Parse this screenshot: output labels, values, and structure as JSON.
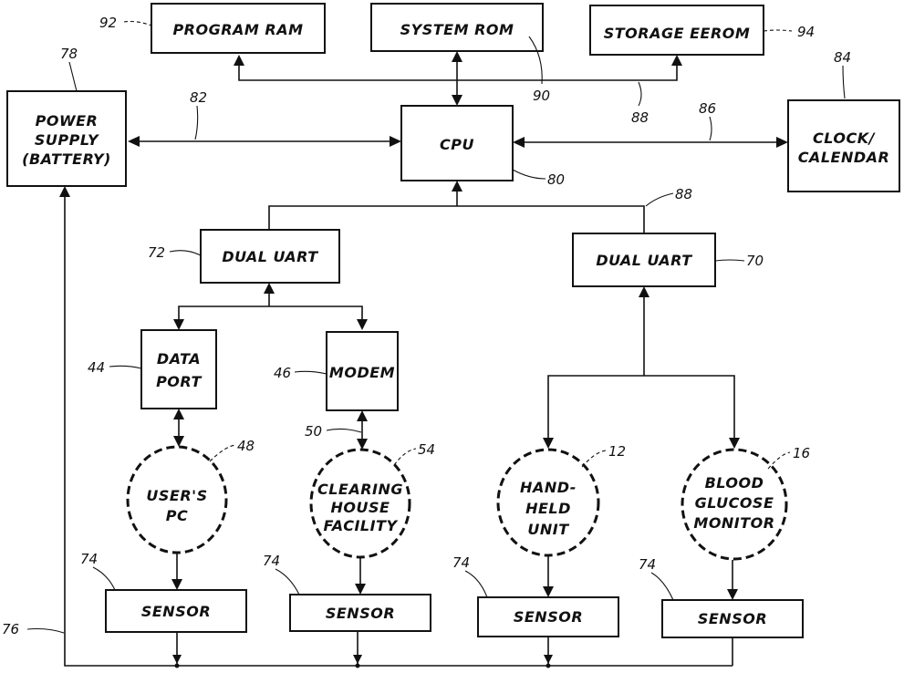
{
  "blocks": {
    "program_ram": "PROGRAM RAM",
    "system_rom": "SYSTEM ROM",
    "storage_eerom": "STORAGE EEROM",
    "power_supply": [
      "POWER",
      "SUPPLY",
      "(BATTERY)"
    ],
    "cpu": "CPU",
    "clock_calendar": [
      "CLOCK/",
      "CALENDAR"
    ],
    "dual_uart_left": "DUAL UART",
    "dual_uart_right": "DUAL UART",
    "data_port": [
      "DATA",
      "PORT"
    ],
    "modem": "MODEM",
    "users_pc": [
      "USER'S",
      "PC"
    ],
    "clearing_house": [
      "CLEARING",
      "HOUSE",
      "FACILITY"
    ],
    "hand_held": [
      "HAND-",
      "HELD",
      "UNIT"
    ],
    "glucose_monitor": [
      "BLOOD",
      "GLUCOSE",
      "MONITOR"
    ],
    "sensors": [
      "SENSOR",
      "SENSOR",
      "SENSOR",
      "SENSOR"
    ]
  },
  "refs": {
    "program_ram": "92",
    "storage_eerom": "94",
    "power_supply": "78",
    "power_cpu_link": "82",
    "rom_bus": "90",
    "mem_bus": "88",
    "clock_calendar": "84",
    "cpu_clock_link": "86",
    "cpu": "80",
    "uart_bus": "88",
    "dual_uart_left": "72",
    "dual_uart_right": "70",
    "data_port": "44",
    "modem": "46",
    "modem_link": "50",
    "users_pc": "48",
    "clearing_house": "54",
    "hand_held": "12",
    "glucose_monitor": "16",
    "sensors": [
      "74",
      "74",
      "74",
      "74"
    ],
    "sensor_bus": "76"
  }
}
